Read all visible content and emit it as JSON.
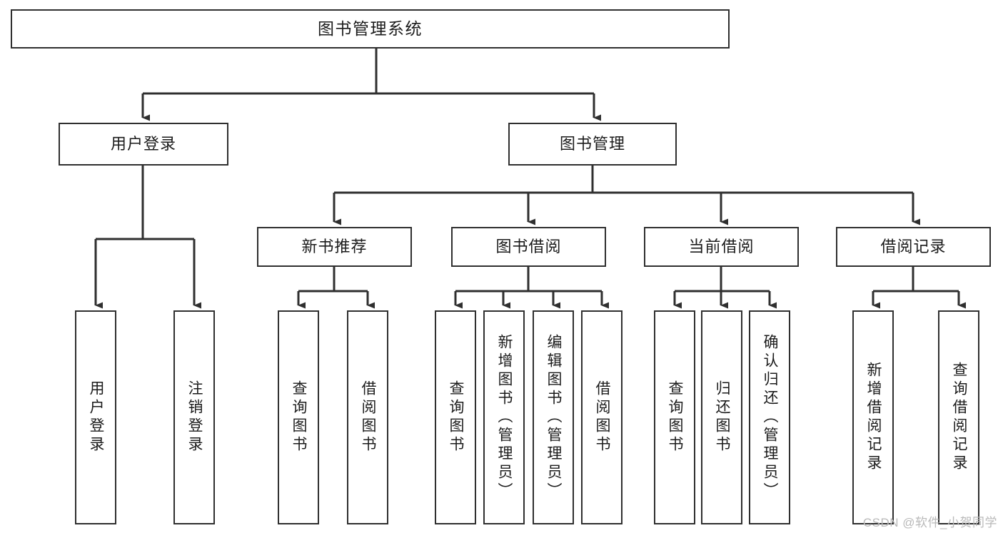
{
  "diagram": {
    "type": "tree",
    "title": "图书管理系统",
    "orientation": "top-down",
    "colors": {
      "background": "#ffffff",
      "node_fill": "#ffffff",
      "node_border": "#2f2f2f",
      "edge": "#2f2f2f",
      "text": "#1b1b1b",
      "watermark": "#b9b9b9"
    }
  },
  "nodes": {
    "root": {
      "label": "图书管理系统"
    },
    "level2": [
      {
        "id": "user-login",
        "label": "用户登录"
      },
      {
        "id": "book-manage",
        "label": "图书管理"
      }
    ],
    "level3": [
      {
        "id": "new-book-recommend",
        "label": "新书推荐"
      },
      {
        "id": "book-borrow",
        "label": "图书借阅"
      },
      {
        "id": "current-borrow",
        "label": "当前借阅"
      },
      {
        "id": "borrow-record",
        "label": "借阅记录"
      }
    ],
    "leaves": [
      {
        "id": "leaf-user-login",
        "label": "用户登录",
        "parent": "user-login"
      },
      {
        "id": "leaf-logout",
        "label": "注销登录",
        "parent": "user-login"
      },
      {
        "id": "leaf-query-book-1",
        "label": "查询图书",
        "parent": "new-book-recommend"
      },
      {
        "id": "leaf-borrow-book-1",
        "label": "借阅图书",
        "parent": "new-book-recommend"
      },
      {
        "id": "leaf-query-book-2",
        "label": "查询图书",
        "parent": "book-borrow"
      },
      {
        "id": "leaf-add-book",
        "label": "新增图书（管理员）",
        "parent": "book-borrow"
      },
      {
        "id": "leaf-edit-book",
        "label": "编辑图书（管理员）",
        "parent": "book-borrow"
      },
      {
        "id": "leaf-borrow-book-2",
        "label": "借阅图书",
        "parent": "book-borrow"
      },
      {
        "id": "leaf-query-book-3",
        "label": "查询图书",
        "parent": "current-borrow"
      },
      {
        "id": "leaf-return-book",
        "label": "归还图书",
        "parent": "current-borrow"
      },
      {
        "id": "leaf-confirm-return",
        "label": "确认归还（管理员）",
        "parent": "current-borrow"
      },
      {
        "id": "leaf-add-record",
        "label": "新增借阅记录",
        "parent": "borrow-record"
      },
      {
        "id": "leaf-query-record",
        "label": "查询借阅记录",
        "parent": "borrow-record"
      }
    ]
  },
  "watermark": {
    "text": "CSDN @软件_小贺同学"
  }
}
